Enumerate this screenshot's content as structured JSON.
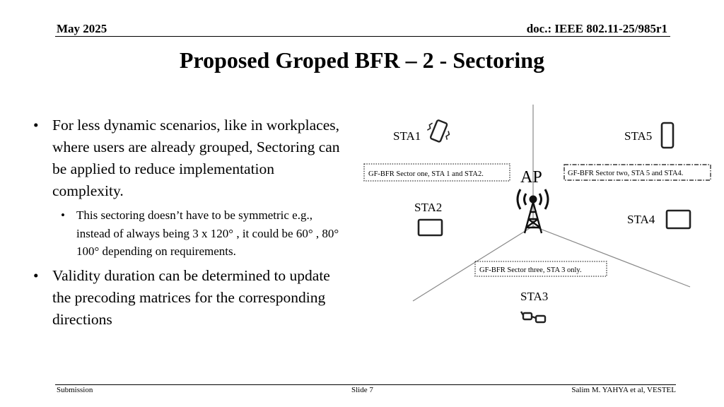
{
  "header": {
    "date": "May 2025",
    "doc_id": "doc.: IEEE 802.11-25/985r1"
  },
  "title": "Proposed Groped BFR – 2 - Sectoring",
  "bullets": [
    {
      "level": 1,
      "text": "For less dynamic scenarios, like in workplaces, where users are already grouped, Sectoring can be applied to reduce implementation complexity."
    },
    {
      "level": 2,
      "text": "This sectoring doesn’t have to be symmetric e.g., instead of always being 3 x 120° , it could be 60° , 80° 100° depending on requirements."
    },
    {
      "level": 1,
      "text": "Validity duration can be determined to update the precoding matrices for the corresponding directions"
    }
  ],
  "diagram": {
    "ap_label": "AP",
    "stations": [
      "STA1",
      "STA2",
      "STA3",
      "STA4",
      "STA5"
    ],
    "sector_labels": [
      "GF-BFR Sector one, STA 1 and STA2.",
      "GF-BFR Sector two, STA 5 and STA4.",
      "GF-BFR Sector three, STA 3 only."
    ],
    "icons": [
      "smartphone-vibrating-icon",
      "smartphone-icon",
      "tablet-icon",
      "tablet-icon",
      "vr-glasses-icon",
      "antenna-tower-icon"
    ]
  },
  "footer": {
    "left": "Submission",
    "center": "Slide 7",
    "right": "Salim M. YAHYA et al, VESTEL"
  }
}
